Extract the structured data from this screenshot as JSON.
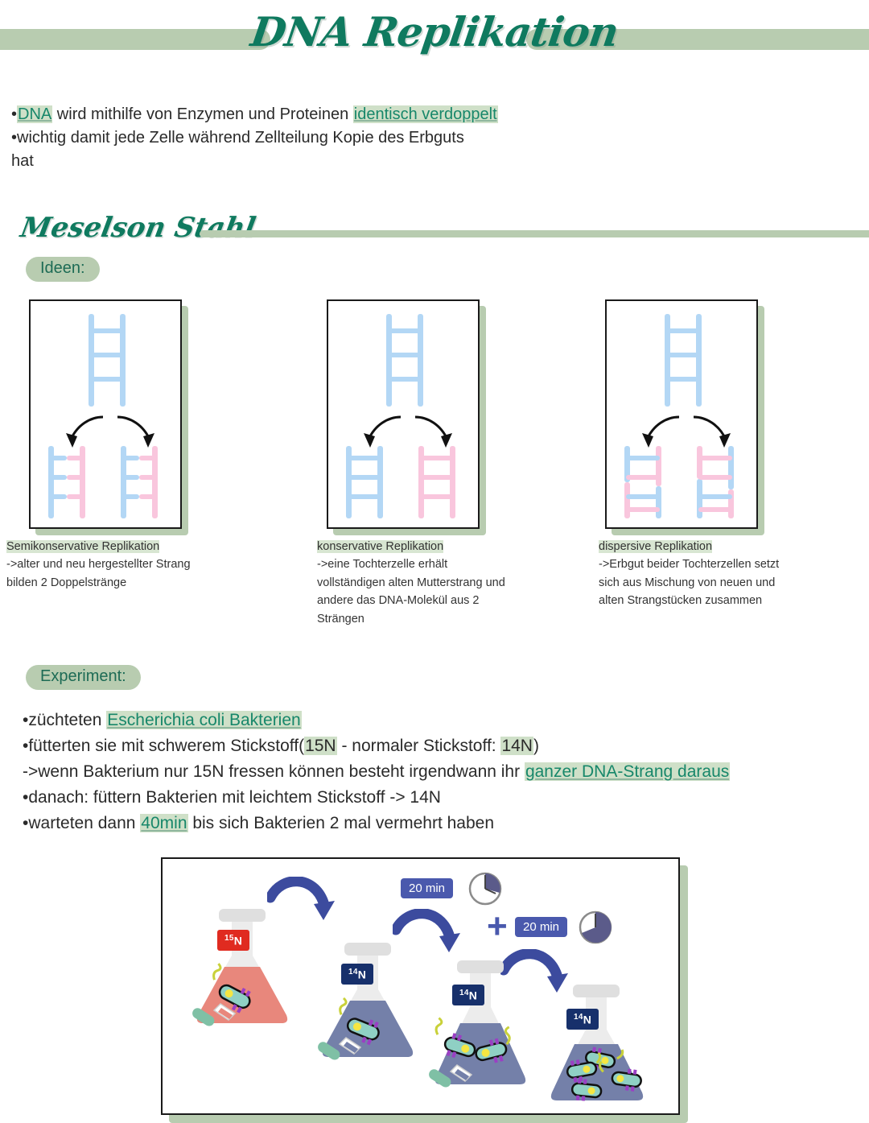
{
  "header": {
    "title": "DNA Replikation"
  },
  "intro": {
    "bullet1_pre": "•",
    "bullet1_link": "DNA",
    "bullet1_mid": " wird mithilfe von Enzymen und Proteinen ",
    "bullet1_hl": "identisch verdoppelt",
    "bullet2": "•wichtig damit jede Zelle während Zellteilung Kopie des Erbguts\nhat"
  },
  "meselson": {
    "section_title": "Meselson Stahl",
    "ideen_label": "Ideen:",
    "diagrams": [
      {
        "name": "semiconservative",
        "caption_title": "Semikonservative Replikation",
        "caption_body": "->alter und neu hergestellter Strang\nbilden 2 Doppelstränge"
      },
      {
        "name": "conservative",
        "caption_title": "konservative Replikation",
        "caption_body": "->eine Tochterzelle erhält\nvollständigen alten Mutterstrang und\nandere das DNA-Molekül aus 2\nSträngen"
      },
      {
        "name": "dispersive",
        "caption_title": "dispersive  Replikation",
        "caption_body": "->Erbgut beider Tochterzellen setzt\nsich aus Mischung von neuen und\nalten Strangstücken zusammen"
      }
    ]
  },
  "experiment": {
    "label": "Experiment:",
    "b1_pre": "•züchteten ",
    "b1_hl": "Escherichia coli Bakterien",
    "b2_pre": "•fütterten sie mit schwerem Stickstoff(",
    "b2_hl1": "15N",
    "b2_mid": " - normaler Stickstoff: ",
    "b2_hl2": "14N",
    "b2_post": ")",
    "b3_pre": "->wenn Bakterium nur 15N fressen können besteht irgendwann ihr ",
    "b3_hl": "ganzer DNA-Strang daraus",
    "b4": "•danach: füttern Bakterien mit leichtem Stickstoff -> 14N",
    "b5_pre": "•warteten dann ",
    "b5_hl": "40min",
    "b5_post": " bis sich Bakterien 2 mal vermehrt haben"
  },
  "illustration": {
    "flask1_tag_sup": "15",
    "flask1_tag_n": "N",
    "flask2_tag_sup": "14",
    "flask2_tag_n": "N",
    "flask3_tag_sup": "14",
    "flask3_tag_n": "N",
    "flask4_tag_sup": "14",
    "flask4_tag_n": "N",
    "time1": "20 min",
    "time2": "20 min",
    "plus": "+"
  },
  "colors": {
    "sage": "#b8ccb0",
    "teal": "#0f7a5f",
    "highlight": "#cfe0c8",
    "ladder_blue": "#b3d7f5",
    "ladder_pink": "#f9c6dd",
    "tag_red": "#e02b20",
    "tag_navy": "#17306b",
    "time_blue": "#4a59ad"
  }
}
